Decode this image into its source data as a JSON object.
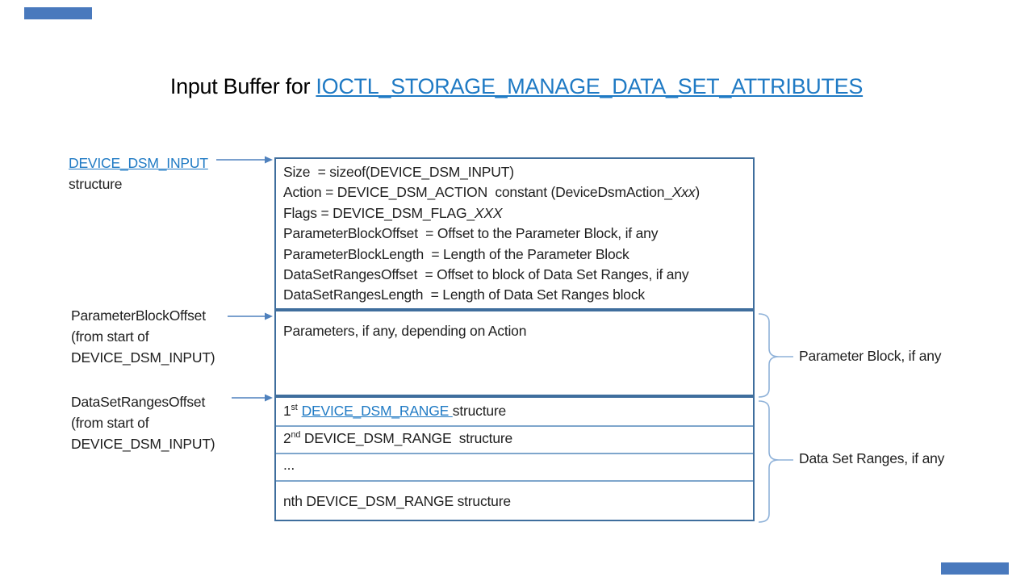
{
  "slide": {
    "title": {
      "prefix": "Input Buffer for ",
      "link": "IOCTL_STORAGE_MANAGE_DATA_SET_ATTRIBUTES"
    },
    "left_labels": {
      "input_struct": {
        "link": "DEVICE_DSM_INPUT",
        "text": "structure"
      },
      "param_offset": {
        "line1": "ParameterBlockOffset",
        "line2": "(from start of",
        "line3": "DEVICE_DSM_INPUT)"
      },
      "ranges_offset": {
        "line1": "DataSetRangesOffset",
        "line2": "(from start of",
        "line3": "DEVICE_DSM_INPUT)"
      }
    },
    "header_box": {
      "line1": "Size  = sizeof(DEVICE_DSM_INPUT)",
      "line2_pre": "Action = DEVICE_DSM_ACTION  constant (DeviceDsmAction_",
      "line2_italic": "Xxx",
      "line2_post": ")",
      "line3_pre": "Flags = DEVICE_DSM_FLAG_",
      "line3_italic": "XXX",
      "line4": "ParameterBlockOffset  = Offset to the Parameter Block, if any",
      "line5": "ParameterBlockLength  = Length of the Parameter Block",
      "line6": "DataSetRangesOffset  = Offset to block of Data Set Ranges, if any",
      "line7": "DataSetRangesLength  = Length of Data Set Ranges block"
    },
    "parameters_box": {
      "text": "Parameters, if any, depending on Action"
    },
    "ranges_box": {
      "row1": {
        "ordinal": "1",
        "sup": "st",
        "link": "DEVICE_DSM_RANGE ",
        "rest": "structure"
      },
      "row2": {
        "ordinal": "2",
        "sup": "nd",
        "rest": " DEVICE_DSM_RANGE  structure"
      },
      "row3": "...",
      "row4": "nth DEVICE_DSM_RANGE  structure"
    },
    "right_labels": {
      "parameter_block": "Parameter Block, if any",
      "data_set_ranges": "Data Set Ranges, if any"
    },
    "colors": {
      "link_blue": "#1F7AC4",
      "box_border": "#3F6E9D",
      "thin_divider": "#7EA6CC",
      "arrow": "#4F81BD",
      "brace": "#8FB2D9",
      "accent_bar": "#4979BD"
    }
  }
}
